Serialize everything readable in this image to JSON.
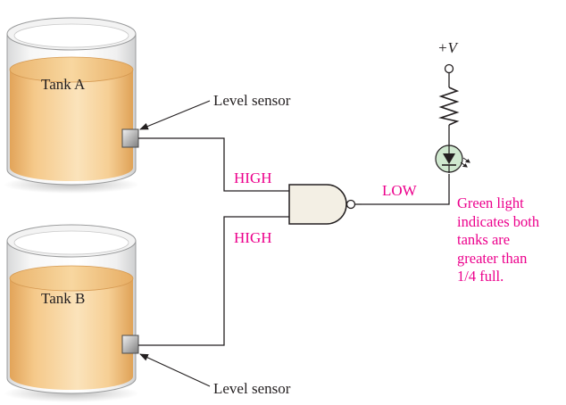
{
  "tank_a": {
    "name": "Tank A",
    "sensor_label": "Level sensor"
  },
  "tank_b": {
    "name": "Tank B",
    "sensor_label": "Level sensor"
  },
  "gate_inputs": {
    "top": "HIGH",
    "bottom": "HIGH"
  },
  "gate_output": "LOW",
  "supply": "+V",
  "note_lines": [
    "Green light",
    "indicates both",
    "tanks are",
    "greater than",
    "1/4 full."
  ],
  "colors": {
    "wire": "#231f20",
    "label_accent": "#ec008c",
    "liquid": "#f3c37e",
    "led_green": "#cfe8cf",
    "gate_fill": "#f3efe4"
  },
  "icons": [
    "tank-icon",
    "level-sensor-icon",
    "nand-gate-icon",
    "resistor-icon",
    "led-icon",
    "light-rays-icon"
  ]
}
